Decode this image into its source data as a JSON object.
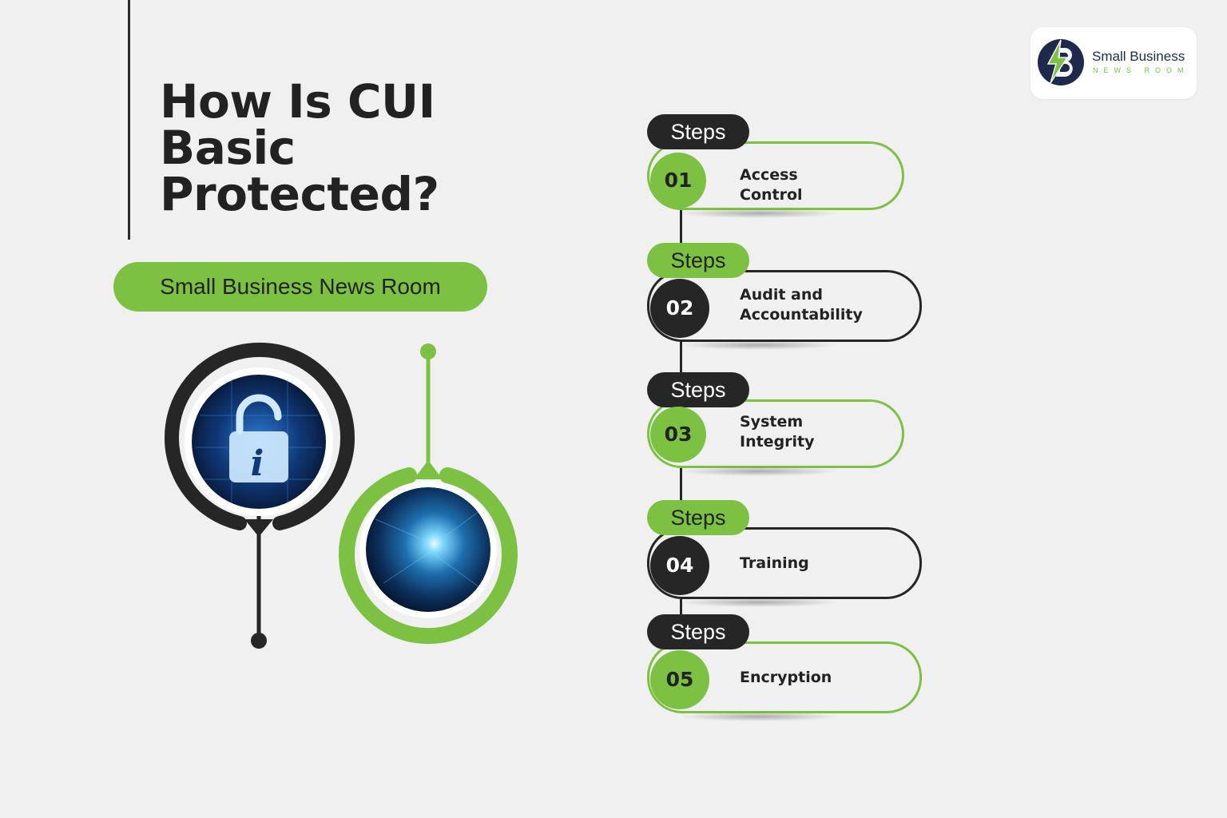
{
  "title_lines": [
    "How Is CUI",
    "Basic",
    "Protected?"
  ],
  "pill_label": "Small Business News Room",
  "logo": {
    "name": "Small Business",
    "tagline": "NEWS ROOM",
    "icon": "lightning-b-logo-icon"
  },
  "steps_label": "Steps",
  "steps": [
    {
      "number": "01",
      "lines": [
        "Access Control"
      ]
    },
    {
      "number": "02",
      "lines": [
        "Audit and",
        "Accountability"
      ]
    },
    {
      "number": "03",
      "lines": [
        "System",
        "Integrity"
      ]
    },
    {
      "number": "04",
      "lines": [
        "Training"
      ]
    },
    {
      "number": "05",
      "lines": [
        "Encryption"
      ]
    }
  ],
  "colors": {
    "accent": "#7dc142",
    "dark": "#262626",
    "background": "#f0f0f0",
    "brand_navy": "#1d2a4d"
  },
  "images": [
    "unlocked-padlock-info-image",
    "digital-tunnel-image"
  ]
}
